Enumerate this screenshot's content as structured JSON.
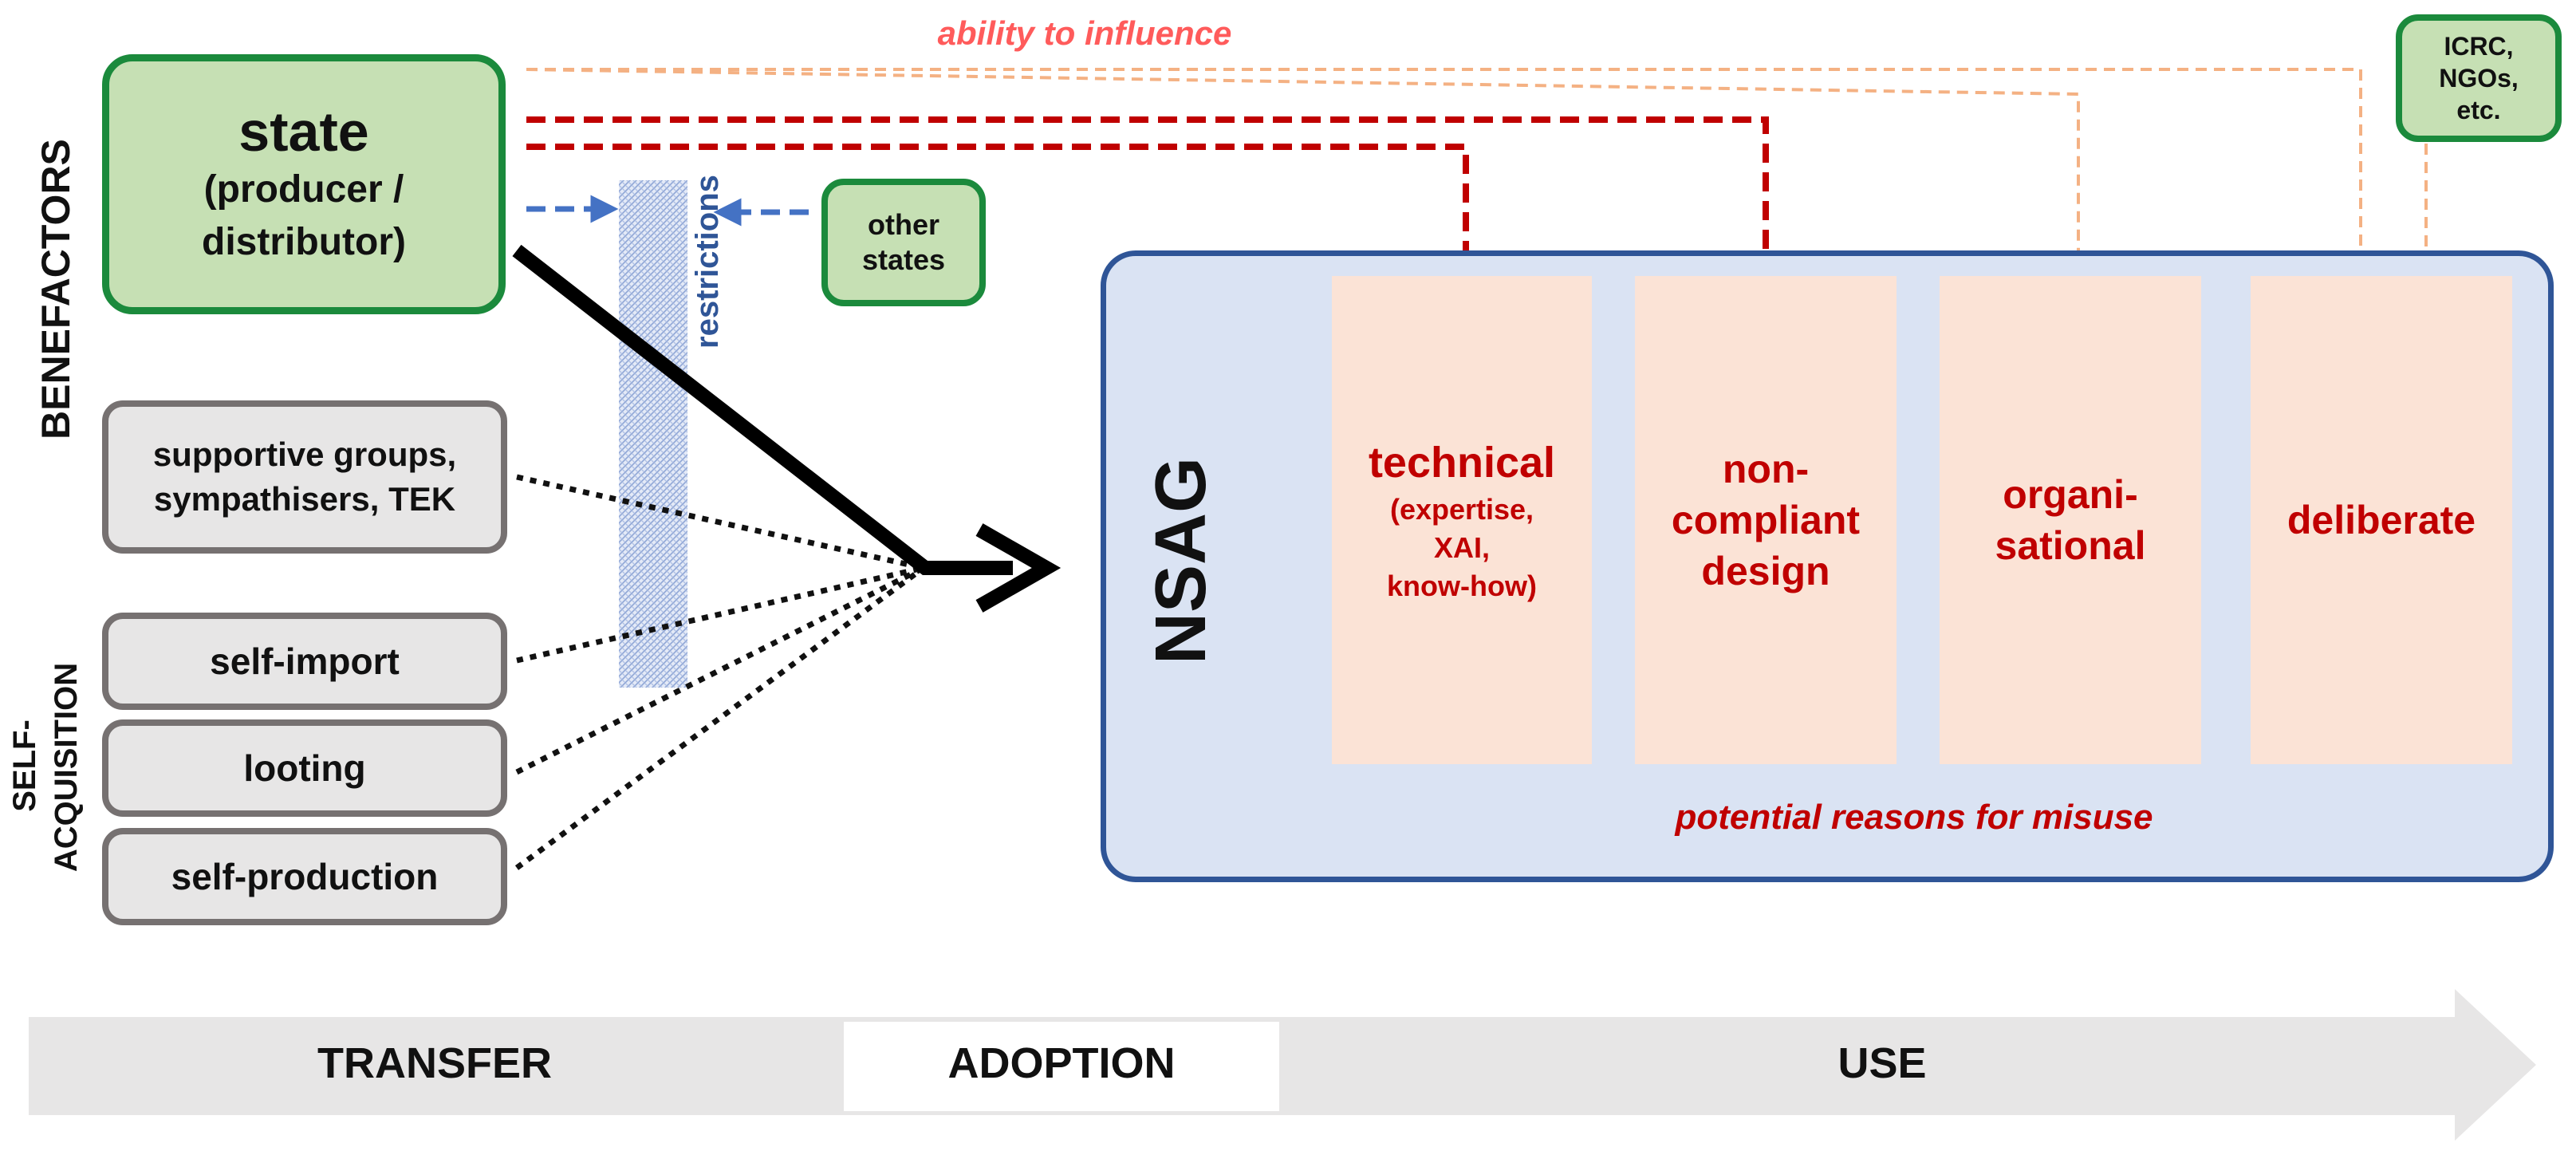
{
  "annotation": {
    "influence": "ability to influence",
    "misuse": "potential reasons for misuse"
  },
  "restrictions_label": "restrictions",
  "groups": {
    "benefactors": "BENEFACTORS",
    "self_acquisition_1": "SELF-",
    "self_acquisition_2": "ACQUISITION"
  },
  "state": {
    "title": "state",
    "subtitle_1": "(producer /",
    "subtitle_2": "distributor)"
  },
  "other_states": {
    "line1": "other",
    "line2": "states"
  },
  "icrc": {
    "line1": "ICRC,",
    "line2": "NGOs,",
    "line3": "etc."
  },
  "sources": {
    "supportive_1": "supportive groups,",
    "supportive_2": "sympathisers, TEK",
    "self_import": "self-import",
    "looting": "looting",
    "self_production": "self-production"
  },
  "nsag": "NSAG",
  "reasons": {
    "technical": {
      "title": "technical",
      "detail_1": "(expertise,",
      "detail_2": "XAI,",
      "detail_3": "know-how)"
    },
    "noncompliant": {
      "line1": "non-",
      "line2": "compliant",
      "line3": "design"
    },
    "organisational": {
      "line1": "organi-",
      "line2": "sational"
    },
    "deliberate": {
      "line1": "deliberate"
    }
  },
  "timeline": {
    "transfer": "TRANSFER",
    "adoption": "ADOPTION",
    "use": "USE"
  },
  "colors": {
    "green_fill": "#c6e0b4",
    "green_border": "#1b8a3c",
    "grey_fill": "#e7e6e6",
    "grey_border": "#767171",
    "nsag_fill": "#dae3f3",
    "nsag_border": "#2f5597",
    "reason_fill": "#fbe3d6",
    "reason_text": "#c00000",
    "influence_light": "#f4b183",
    "influence_dark": "#c00000",
    "restriction_blue": "#4472c4",
    "ribbon": "#e7e6e6"
  }
}
